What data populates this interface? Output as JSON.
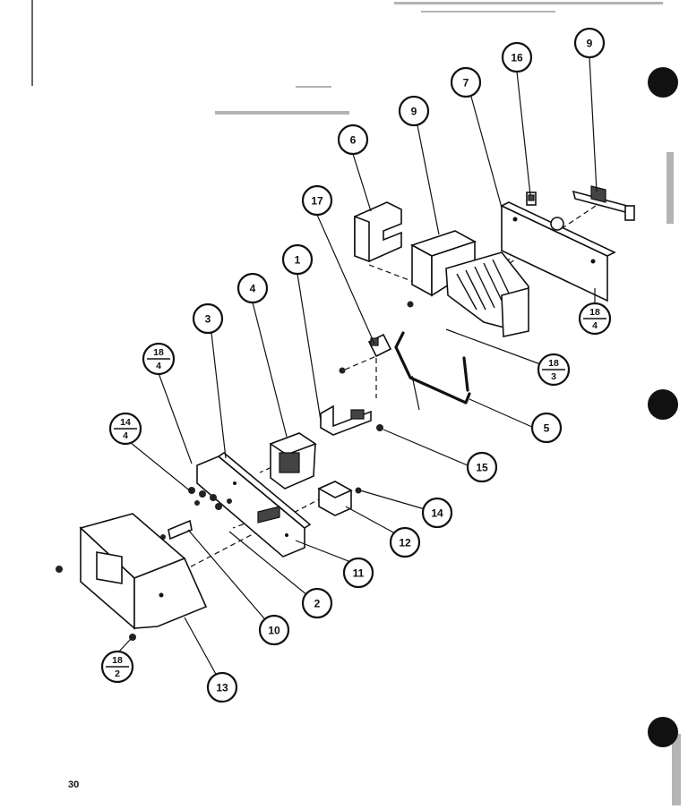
{
  "page_number": "30",
  "callouts": [
    {
      "id": "c1",
      "label": "1"
    },
    {
      "id": "c2",
      "label": "2"
    },
    {
      "id": "c3",
      "label": "3"
    },
    {
      "id": "c4",
      "label": "4"
    },
    {
      "id": "c5",
      "label": "5"
    },
    {
      "id": "c6",
      "label": "6"
    },
    {
      "id": "c7",
      "label": "7"
    },
    {
      "id": "c9a",
      "label": "9"
    },
    {
      "id": "c9b",
      "label": "9"
    },
    {
      "id": "c10",
      "label": "10"
    },
    {
      "id": "c11",
      "label": "11"
    },
    {
      "id": "c12",
      "label": "12"
    },
    {
      "id": "c13",
      "label": "13"
    },
    {
      "id": "c14",
      "label": "14"
    },
    {
      "id": "c15",
      "label": "15"
    },
    {
      "id": "c16",
      "label": "16"
    },
    {
      "id": "c17",
      "label": "17"
    }
  ],
  "fraction_callouts": [
    {
      "id": "f18_4a",
      "top": "18",
      "bottom": "4"
    },
    {
      "id": "f18_4b",
      "top": "18",
      "bottom": "4"
    },
    {
      "id": "f14_4",
      "top": "14",
      "bottom": "4"
    },
    {
      "id": "f18_3",
      "top": "18",
      "bottom": "3"
    },
    {
      "id": "f18_2",
      "top": "18",
      "bottom": "2"
    }
  ]
}
